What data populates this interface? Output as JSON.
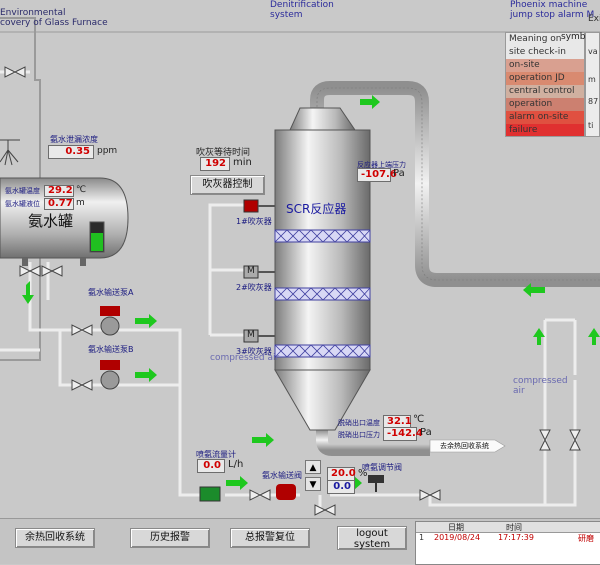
{
  "header": {
    "left_title_1": "Environmental",
    "left_title_2": "covery of Glass Furnace",
    "center_title_1": "Denitrification",
    "center_title_2": "system",
    "right_title_1": "Phoenix machine",
    "right_title_2": "jump stop alarm M",
    "far_right": "Exi"
  },
  "legend": {
    "symbol_label": "symbol",
    "rows": [
      {
        "label": "Meaning on",
        "color": "#e8e8e8"
      },
      {
        "label": "site check-in",
        "color": "#e8e8e8"
      },
      {
        "label": "on-site",
        "color": "#d9a090"
      },
      {
        "label": "operation JD",
        "color": "#d98a70"
      },
      {
        "label": "central control",
        "color": "#d0b0a0"
      },
      {
        "label": "operation",
        "color": "#cc8070"
      },
      {
        "label": "alarm on-site",
        "color": "#e05040"
      },
      {
        "label": "failure",
        "color": "#e03030"
      }
    ],
    "side_marks": [
      "va",
      "m",
      "87",
      "ti"
    ]
  },
  "tank": {
    "name": "氨水罐",
    "leak_label": "氨水泄漏浓度",
    "leak_value": "0.35",
    "leak_unit": "ppm",
    "temp_label": "氨水罐温度",
    "temp_value": "29.2",
    "temp_unit": "℃",
    "level_label": "氨水罐液位",
    "level_value": "0.77",
    "level_unit": "m",
    "level_fill": 0.65
  },
  "soot": {
    "wait_label": "吹灰等待时间",
    "wait_value": "192",
    "wait_unit": "min",
    "control_button": "吹灰器控制",
    "blower1": "1#吹灰器",
    "blower2": "2#吹灰器",
    "blower3": "3#吹灰器",
    "motor_mark": "M"
  },
  "reactor": {
    "name": "SCR反应器",
    "inlet_pressure_label": "反应器上端压力",
    "inlet_pressure_value": "-107.6",
    "inlet_pressure_unit": "Pa",
    "outlet_temp_label": "脱硝出口温度",
    "outlet_temp_value": "32.1",
    "outlet_temp_unit": "℃",
    "outlet_pressure_label": "脱硝出口压力",
    "outlet_pressure_value": "-142.4",
    "outlet_pressure_unit": "Pa",
    "to_heat_recovery": "去余热回收系统"
  },
  "pumps": {
    "pump_a": "氨水输送泵A",
    "pump_b": "氨水输送泵B"
  },
  "compressed_air": {
    "left": "compressed air",
    "right": "compressed air"
  },
  "flow": {
    "flowmeter_label": "喷氨流量计",
    "flowmeter_value": "0.0",
    "flowmeter_unit": "L/h",
    "valve_label": "氨水输送阀",
    "reg_label": "喷氨调节阀",
    "reg_set": "20.0",
    "reg_actual": "0.0",
    "reg_unit": "%"
  },
  "bottom": {
    "btn_heat": "余热回收系统",
    "btn_history": "历史报警",
    "btn_reset": "总报警复位",
    "btn_logout": "logout system",
    "alarm_headers": [
      "日期",
      "时间"
    ],
    "alarm_rows": [
      {
        "index": "1",
        "date": "2019/08/24",
        "time": "17:17:39",
        "text": "研磨"
      }
    ]
  },
  "colors": {
    "background": "#c9c9c9",
    "pipe": "#a8a8a8",
    "arrow_green": "#1ec81e",
    "value_red": "#d00000",
    "label_blue": "#1a1a80"
  }
}
